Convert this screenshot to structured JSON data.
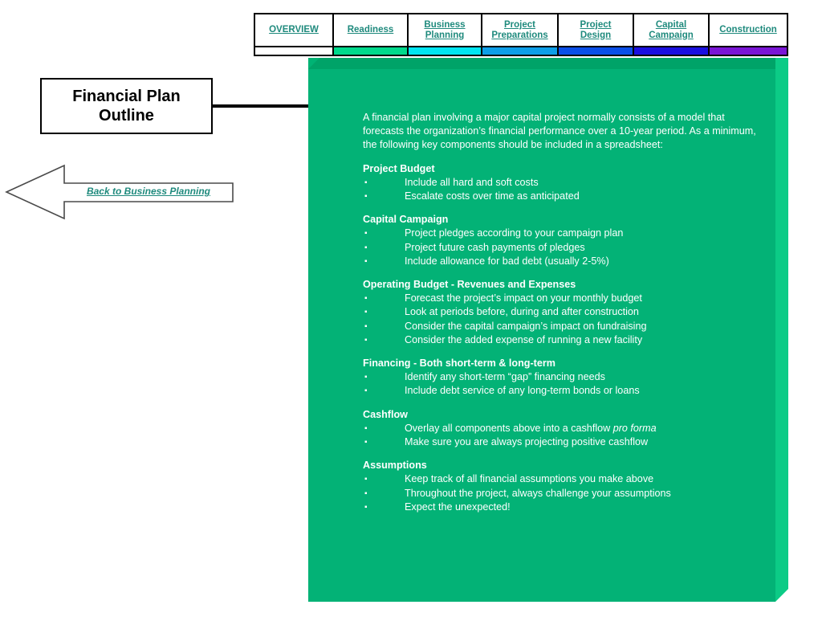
{
  "nav": {
    "tabs": [
      {
        "label": "OVERVIEW",
        "color": "#ffffff",
        "width": 98
      },
      {
        "label": "Readiness",
        "color": "#00d98c",
        "width": 93
      },
      {
        "label": "Business\nPlanning",
        "color": "#00e5f2",
        "width": 92
      },
      {
        "label": "Project\nPreparations",
        "color": "#0d9ee8",
        "width": 95
      },
      {
        "label": "Project\nDesign",
        "color": "#0a4ee8",
        "width": 94
      },
      {
        "label": "Capital\nCampaign",
        "color": "#1a0fe0",
        "width": 94
      },
      {
        "label": "Construction",
        "color": "#7a16d6",
        "width": 96
      }
    ]
  },
  "title": {
    "text": "Financial Plan\nOutline"
  },
  "back_link": {
    "label": "Back to Business Planning"
  },
  "panel": {
    "background": "#03b276",
    "intro": "A financial plan involving a major capital project normally consists of a model that forecasts the organization’s financial performance over a 10-year period. As a minimum, the following key components should be included in a spreadsheet:",
    "sections": [
      {
        "heading": "Project Budget",
        "bullets": [
          "Include all hard and soft costs",
          "Escalate costs over time as anticipated"
        ]
      },
      {
        "heading": "Capital Campaign",
        "bullets": [
          "Project pledges according to your campaign plan",
          "Project future cash payments of pledges",
          "Include allowance for bad debt (usually 2-5%)"
        ]
      },
      {
        "heading": "Operating Budget - Revenues and Expenses",
        "bullets": [
          "Forecast the project’s impact on your monthly budget",
          "Look at periods before, during and after construction",
          "Consider the capital campaign’s impact on fundraising",
          "Consider the added expense of running a new facility"
        ]
      },
      {
        "heading": "Financing - Both short-term & long-term",
        "bullets": [
          "Identify any short-term “gap” financing needs",
          "Include debt service of any long-term bonds or loans"
        ]
      },
      {
        "heading": "Cashflow",
        "bullets": [
          "Overlay all components above into a cashflow pro forma",
          "Make sure you are always projecting positive cashflow"
        ],
        "italic_tail": {
          "0": "pro forma"
        }
      },
      {
        "heading": "Assumptions",
        "bullets": [
          "Keep track of all financial assumptions you make above",
          "Throughout the project, always challenge your assumptions",
          "Expect the unexpected!"
        ]
      }
    ],
    "bullet_glyph": "▪"
  }
}
